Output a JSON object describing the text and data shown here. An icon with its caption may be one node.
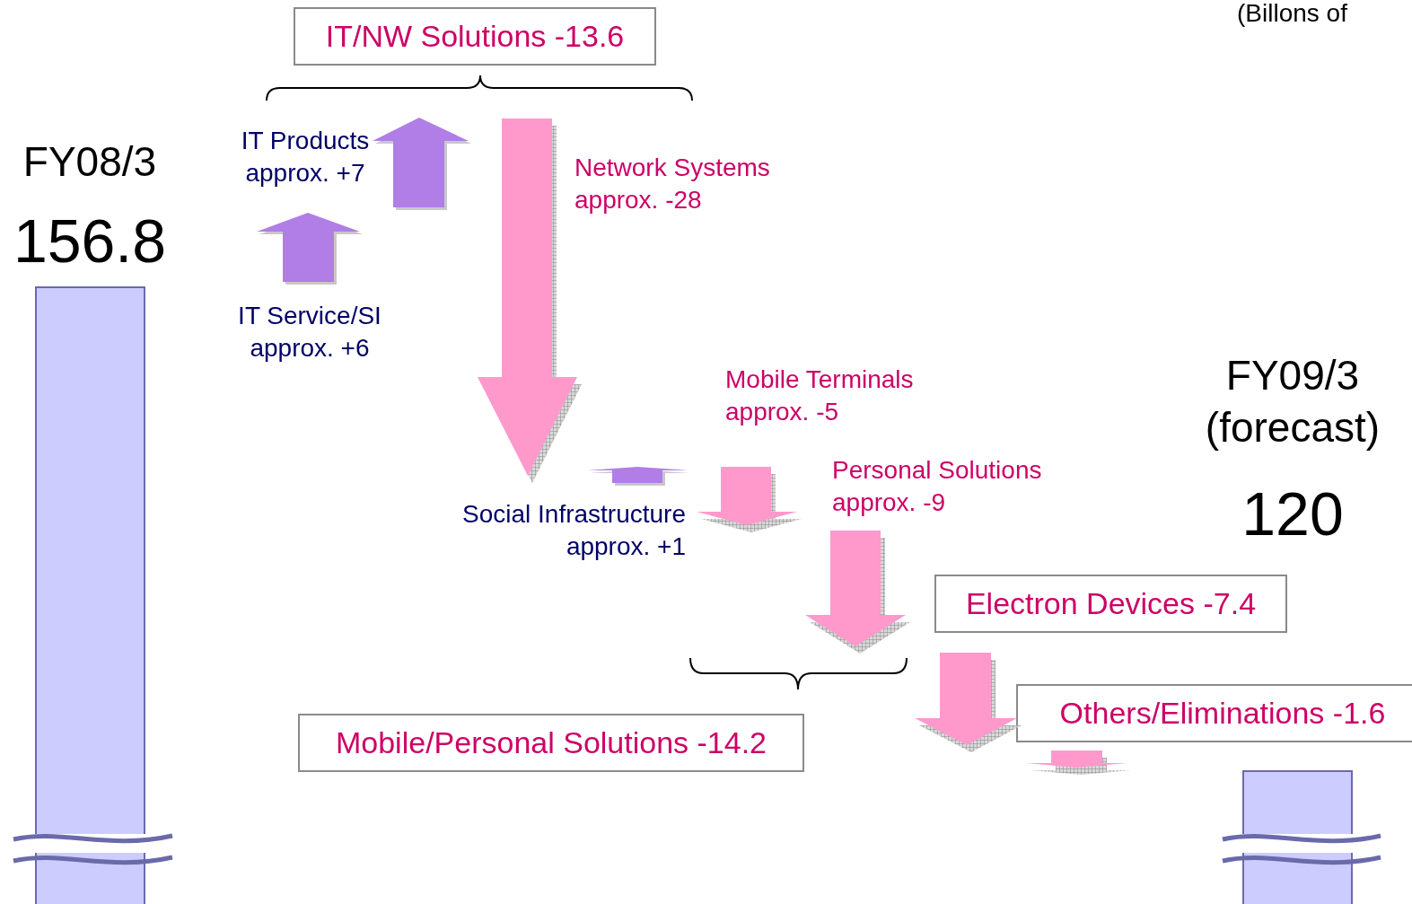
{
  "diagram": {
    "nodes": [
      {
        "text": [
          "IT/NW Solutions -13.6"
        ]
      },
      {
        "text": [],
        "shape": "bar",
        "beside": [
          "FY08/3",
          "156.8"
        ]
      },
      {
        "text": [
          "Electron Devices -7.4"
        ]
      },
      {
        "text": [
          "Mobile/Personal Solutions -14.2"
        ]
      },
      {
        "text": [
          "Others/Eliminations -1.6"
        ]
      },
      {
        "text": [],
        "shape": "bar",
        "beside": [
          "FY09/3 (forecast)",
          "120"
        ]
      }
    ],
    "edges": [],
    "labels": [
      "(Billons of",
      "IT Products approx. +7",
      "Network Systems approx. -28",
      "IT Service/SI approx. +6",
      "Mobile Terminals approx. -5",
      "Personal Solutions approx. -9",
      "Social Infrastructure approx. +1"
    ]
  }
}
